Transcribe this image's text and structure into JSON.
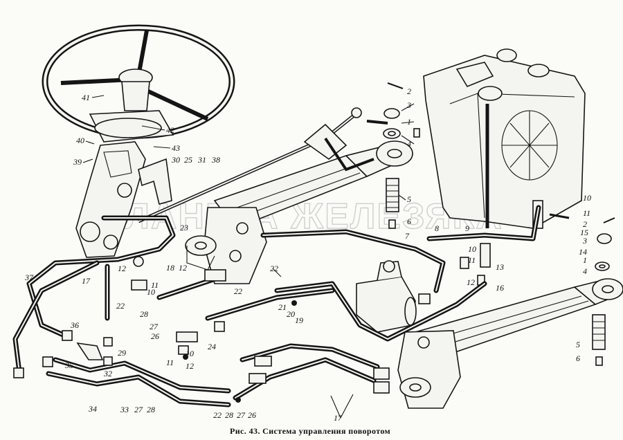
{
  "caption": "Рис. 43. Система управления поворотом",
  "watermark": "ПЛАНЕТА ЖЕЛЕЗЯКА",
  "labels": [
    {
      "id": "l41",
      "text": "41"
    },
    {
      "id": "l42",
      "text": "42"
    },
    {
      "id": "l40",
      "text": "40"
    },
    {
      "id": "l39",
      "text": "39"
    },
    {
      "id": "l43",
      "text": "43"
    },
    {
      "id": "l30",
      "text": "30"
    },
    {
      "id": "l25",
      "text": "25"
    },
    {
      "id": "l31",
      "text": "31"
    },
    {
      "id": "l38",
      "text": "38"
    },
    {
      "id": "l2a",
      "text": "2"
    },
    {
      "id": "l3a",
      "text": "3"
    },
    {
      "id": "l1a",
      "text": "1"
    },
    {
      "id": "l4a",
      "text": "4"
    },
    {
      "id": "l5a",
      "text": "5"
    },
    {
      "id": "l6a",
      "text": "6"
    },
    {
      "id": "l8",
      "text": "8"
    },
    {
      "id": "l9",
      "text": "9"
    },
    {
      "id": "l7",
      "text": "7"
    },
    {
      "id": "l23",
      "text": "23"
    },
    {
      "id": "l10a",
      "text": "10"
    },
    {
      "id": "l11a",
      "text": "11"
    },
    {
      "id": "l2b",
      "text": "2"
    },
    {
      "id": "l15",
      "text": "15"
    },
    {
      "id": "l3b",
      "text": "3"
    },
    {
      "id": "l14",
      "text": "14"
    },
    {
      "id": "l1b",
      "text": "1"
    },
    {
      "id": "l4b",
      "text": "4"
    },
    {
      "id": "l10b",
      "text": "10"
    },
    {
      "id": "l11b",
      "text": "11"
    },
    {
      "id": "l13",
      "text": "13"
    },
    {
      "id": "l12a",
      "text": "12"
    },
    {
      "id": "l16",
      "text": "16"
    },
    {
      "id": "l37",
      "text": "37"
    },
    {
      "id": "l12b",
      "text": "12"
    },
    {
      "id": "l17a",
      "text": "17"
    },
    {
      "id": "l18",
      "text": "18"
    },
    {
      "id": "l12c",
      "text": "12"
    },
    {
      "id": "l11c",
      "text": "11"
    },
    {
      "id": "l10c",
      "text": "10"
    },
    {
      "id": "l22a",
      "text": "22"
    },
    {
      "id": "l22b",
      "text": "22"
    },
    {
      "id": "l21",
      "text": "21"
    },
    {
      "id": "l20",
      "text": "20"
    },
    {
      "id": "l19",
      "text": "19"
    },
    {
      "id": "l22c",
      "text": "22"
    },
    {
      "id": "l28a",
      "text": "28"
    },
    {
      "id": "l27a",
      "text": "27"
    },
    {
      "id": "l26a",
      "text": "26"
    },
    {
      "id": "l36",
      "text": "36"
    },
    {
      "id": "l35",
      "text": "35"
    },
    {
      "id": "l32",
      "text": "32"
    },
    {
      "id": "l29",
      "text": "29"
    },
    {
      "id": "l24",
      "text": "24"
    },
    {
      "id": "l10d",
      "text": "10"
    },
    {
      "id": "l11d",
      "text": "11"
    },
    {
      "id": "l12d",
      "text": "12"
    },
    {
      "id": "l34",
      "text": "34"
    },
    {
      "id": "l33",
      "text": "33"
    },
    {
      "id": "l27b",
      "text": "27"
    },
    {
      "id": "l28b",
      "text": "28"
    },
    {
      "id": "l22d",
      "text": "22"
    },
    {
      "id": "l28c",
      "text": "28"
    },
    {
      "id": "l27c",
      "text": "27"
    },
    {
      "id": "l26b",
      "text": "26"
    },
    {
      "id": "l17b",
      "text": "17"
    },
    {
      "id": "l5b",
      "text": "5"
    },
    {
      "id": "l6b",
      "text": "6"
    }
  ]
}
